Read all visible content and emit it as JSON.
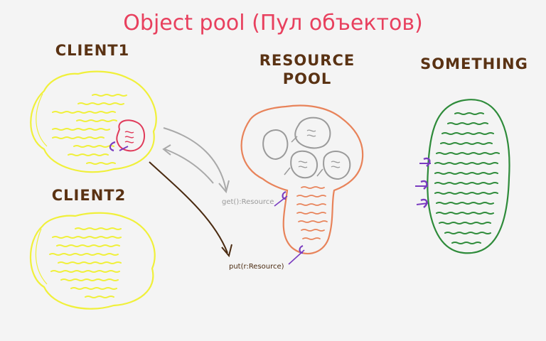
{
  "title": "Object pool (Пул объектов)",
  "labels": {
    "client1": "CLIENT1",
    "client2": "CLIENT2",
    "resource_pool_line1": "RESOURCE",
    "resource_pool_line2": "POOL",
    "something": "SOMETHING"
  },
  "arrows": {
    "get": "get():Resource",
    "put": "put(r:Resource)"
  },
  "colors": {
    "title": "#e8405e",
    "label": "#5a3213",
    "client_outline": "#f0f03a",
    "pool_outline": "#e8835a",
    "something_outline": "#2e8b3a",
    "connector": "#7a3cc0",
    "get_arrow": "#a9a9a9",
    "put_arrow": "#4a2a10"
  }
}
